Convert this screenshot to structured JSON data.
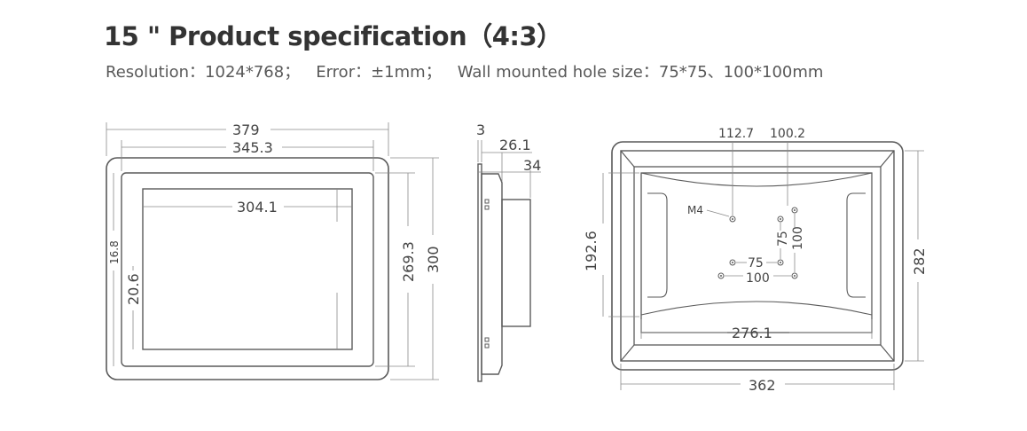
{
  "header": {
    "title": "15 \" Product specification（4:3）",
    "resolution": "Resolution：1024*768；",
    "error": "Error：±1mm；",
    "wall_hole": "Wall mounted hole size：75*75、100*100mm"
  },
  "front_view": {
    "overall_width": "379",
    "bezel_width": "345.3",
    "screen_width": "304.1",
    "bezel_height": "269.3",
    "overall_height": "300",
    "side_margin": "16.8",
    "bottom_margin": "20.6"
  },
  "side_view": {
    "thickness_front": "3",
    "thickness_body": "26.1",
    "thickness_total": "34"
  },
  "back_view": {
    "hole_offset_x": "112.7",
    "hole_offset_y": "100.2",
    "screw_label": "M4",
    "hole_75_v": "75",
    "hole_100_v": "100",
    "hole_75_h": "75",
    "hole_100_h": "100",
    "inner_height": "192.6",
    "inner_width": "276.1",
    "overall_width": "362",
    "overall_height": "282"
  },
  "colors": {
    "line": "#5a5a5a",
    "dim_line": "#8a8a8a",
    "text": "#444444"
  }
}
